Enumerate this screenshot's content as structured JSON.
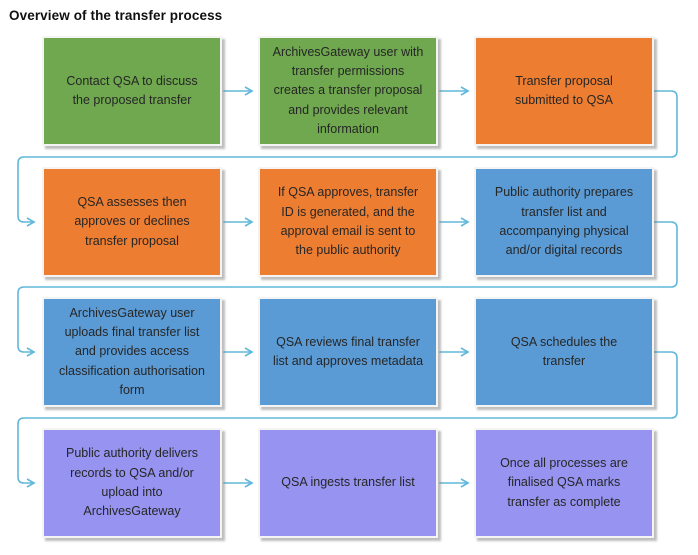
{
  "title": "Overview of the transfer process",
  "colors": {
    "green": "#6fa84e",
    "orange": "#ed7d31",
    "blue": "#5b9bd5",
    "purple": "#9694f0",
    "connector": "#62b8da",
    "text": "#262626"
  },
  "flow": {
    "boxes": [
      {
        "text": "Contact QSA to discuss the proposed transfer",
        "color": "green"
      },
      {
        "text": "ArchivesGateway user with transfer permissions creates a transfer proposal and provides relevant information",
        "color": "green"
      },
      {
        "text": "Transfer proposal submitted to QSA",
        "color": "orange"
      },
      {
        "text": "QSA assesses then approves or declines transfer proposal",
        "color": "orange"
      },
      {
        "text": "If QSA approves, transfer ID is generated, and the approval email is sent to the public authority",
        "color": "orange"
      },
      {
        "text": "Public authority prepares transfer list and accompanying physical and/or digital records",
        "color": "blue"
      },
      {
        "text": "ArchivesGateway user uploads final transfer list and provides access classification authorisation form",
        "color": "blue"
      },
      {
        "text": "QSA reviews final transfer list and approves metadata",
        "color": "blue"
      },
      {
        "text": "QSA schedules the transfer",
        "color": "blue"
      },
      {
        "text": "Public authority delivers records to QSA and/or upload into ArchivesGateway",
        "color": "purple"
      },
      {
        "text": "QSA ingests transfer list",
        "color": "purple"
      },
      {
        "text": "Once all processes are finalised QSA marks transfer as complete",
        "color": "purple"
      }
    ]
  }
}
